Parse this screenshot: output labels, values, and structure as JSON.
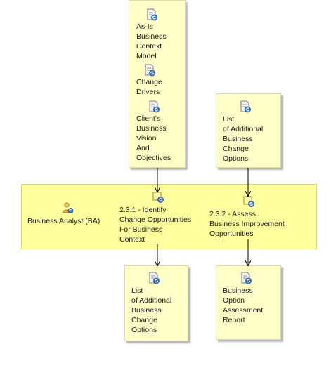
{
  "inputs": {
    "artifact1": "As-Is\nBusiness\nContext\nModel",
    "artifact2": "Change\nDrivers",
    "artifact3": "Client's\nBusiness\nVision\nAnd\nObjectives",
    "artifact4": "List\nof Additional\nBusiness\nChange\nOptions"
  },
  "process": {
    "role": "Business Analyst (BA)",
    "task1": "2.3.1 - Identify\nChange Opportunities\nFor Business\nContext",
    "task2": "2.3.2 - Assess\nBusiness Improvement\nOpportunities"
  },
  "outputs": {
    "artifact1": "List\nof Additional\nBusiness\nChange\nOptions",
    "artifact2": "Business\nOption\nAssessment\nReport"
  },
  "colors": {
    "artifact_fill": "#ffffc8",
    "band_fill": "#ffffa0",
    "icon_blue": "#2a63b8"
  }
}
